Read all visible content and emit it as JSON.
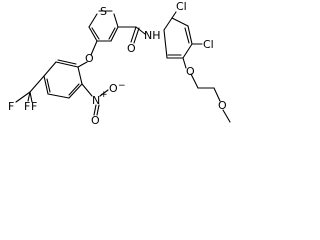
{
  "molecule": {
    "atoms": {
      "thiophene_s": "S",
      "ether_o_left": "O",
      "amide_o": "O",
      "amide_nh": "NH",
      "cl_top": "Cl",
      "cl_right": "Cl",
      "nitro_n": "N",
      "nitro_charge_plus": "+",
      "nitro_o_single": "O",
      "nitro_charge_minus": "−",
      "nitro_o_double": "O",
      "cf3_f_top": "F",
      "cf3_f_mid": "F",
      "cf3_f_left": "F",
      "ether_o_bottom": "O",
      "methoxy_o": "O"
    }
  },
  "colors": {
    "bond": "#000000",
    "text": "#000000",
    "background": "#ffffff"
  }
}
